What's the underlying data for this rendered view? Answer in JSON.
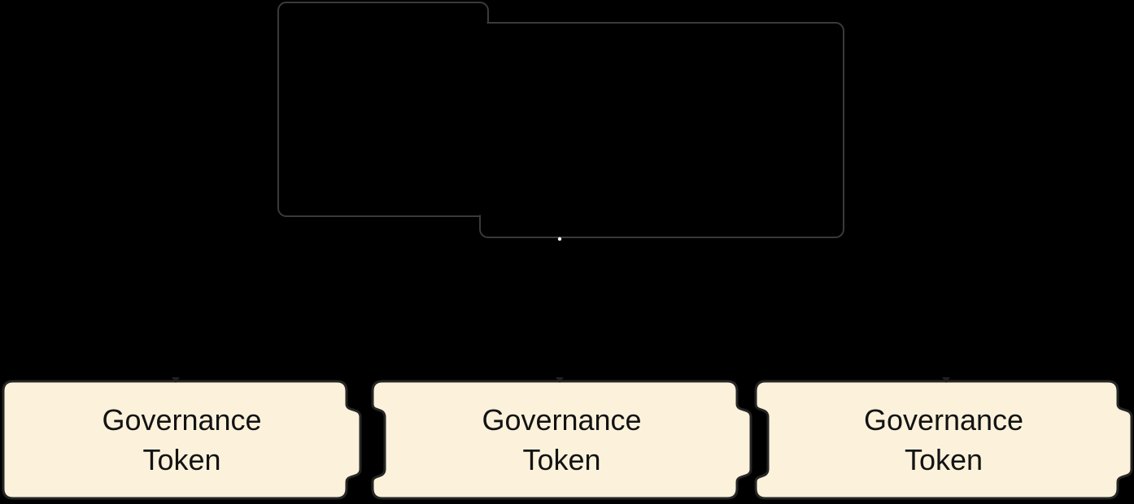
{
  "diagram": {
    "top_shape": {
      "description": "empty-outlined-union-of-two-rounded-rectangles",
      "stroke_color": "#3A3A3A"
    },
    "connector_dot": {
      "shape": "small-circle",
      "color": "#FFFFFF"
    },
    "blocks": [
      {
        "label": "Governance Token"
      },
      {
        "label": "Governance Token"
      },
      {
        "label": "Governance Token"
      }
    ],
    "icons": {
      "arrowhead": "triangle-down"
    }
  },
  "colors": {
    "background": "#000000",
    "block_fill": "#FCF2DC",
    "block_border": "#262626",
    "block_text": "#131313",
    "outline_stroke": "#3A3A3A",
    "dot": "#FFFFFF",
    "arrow": "#1F1F1F"
  }
}
